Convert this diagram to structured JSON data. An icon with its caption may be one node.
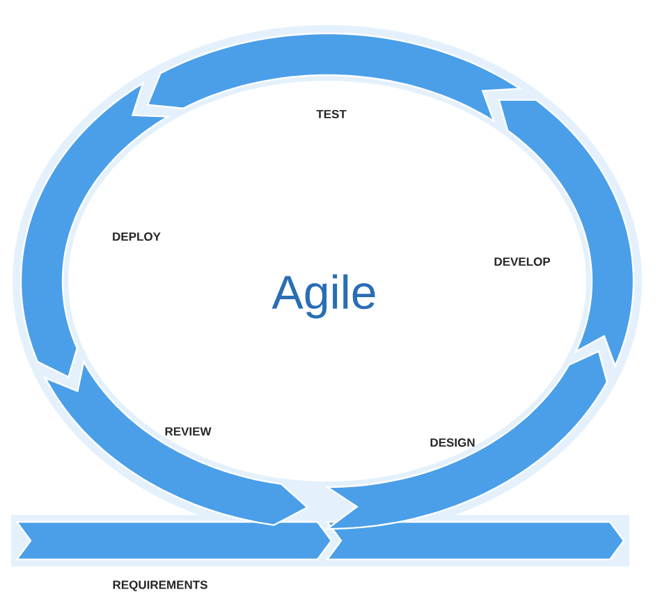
{
  "diagram": {
    "title": "Agile",
    "labels": [
      "TEST",
      "DEPLOY",
      "DEVELOP",
      "REVIEW",
      "DESIGN",
      "REQUIREMENTS"
    ]
  }
}
